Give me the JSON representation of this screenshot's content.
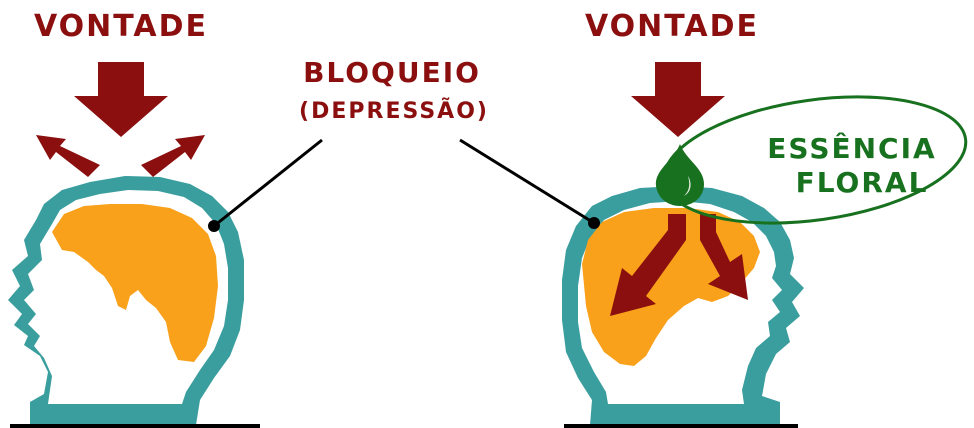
{
  "left_panel": {
    "label": "VONTADE"
  },
  "center": {
    "label": "BLOQUEIO",
    "sublabel": "(DEPRESSÃO)"
  },
  "right_panel": {
    "label": "VONTADE",
    "essence_line1": "ESSÊNCIA",
    "essence_line2": "FLORAL"
  },
  "colors": {
    "arrow": "#8b0f0f",
    "head_outline": "#3a9e9e",
    "brain": "#f9a11b",
    "drop": "#17711e",
    "text_red": "#8b0f0f",
    "text_green": "#17711e",
    "line": "#000000"
  }
}
